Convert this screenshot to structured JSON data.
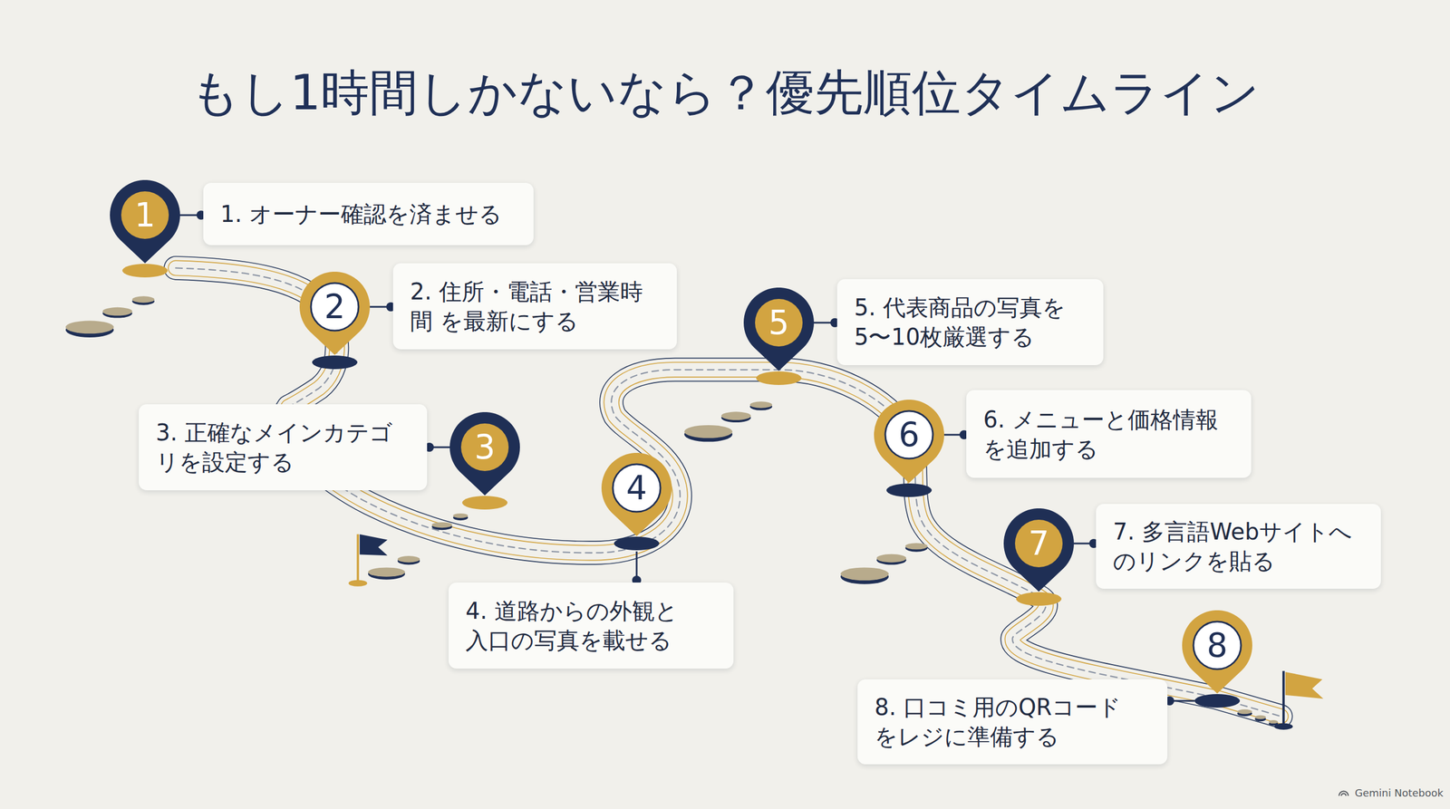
{
  "diagram": {
    "title": "もし1時間しかないなら？優先順位タイムライン",
    "nodes": [
      {
        "text": [
          "1"
        ]
      },
      {
        "text": [
          "1. オーナー確認を済ませる"
        ]
      },
      {
        "text": [
          "2"
        ]
      },
      {
        "text": [
          "2. 住所・電話・営業時 間 を最新にする"
        ]
      },
      {
        "text": [
          "3"
        ]
      },
      {
        "text": [
          "3. 正確なメインカテゴ リを設定する"
        ]
      },
      {
        "text": [
          "4"
        ]
      },
      {
        "text": [
          "4. 道路からの外観と 入口の写真を載せる"
        ]
      },
      {
        "text": [
          "5"
        ]
      },
      {
        "text": [
          "5. 代表商品の写真を 5〜10枚厳選する"
        ]
      },
      {
        "text": [
          "6"
        ]
      },
      {
        "text": [
          "6. メニューと価格情報 を追加する"
        ]
      },
      {
        "text": [
          "7"
        ]
      },
      {
        "text": [
          "7. 多言語Webサイトへ のリンクを貼る"
        ]
      },
      {
        "text": [
          "8"
        ]
      },
      {
        "text": [
          "8. 口コミ用のQRコード をレジに準備する"
        ]
      }
    ],
    "edges": [
      {
        "from": 0,
        "to": 1,
        "arrow": "none"
      },
      {
        "from": 2,
        "to": 3,
        "arrow": "none"
      },
      {
        "from": 4,
        "to": 5,
        "arrow": "none"
      },
      {
        "from": 6,
        "to": 7,
        "arrow": "none"
      },
      {
        "from": 8,
        "to": 9,
        "arrow": "none"
      },
      {
        "from": 10,
        "to": 11,
        "arrow": "none"
      },
      {
        "from": 12,
        "to": 13,
        "arrow": "none"
      },
      {
        "from": 14,
        "to": 15,
        "arrow": "none"
      }
    ],
    "labels": [
      "Gemini Notebook"
    ]
  }
}
